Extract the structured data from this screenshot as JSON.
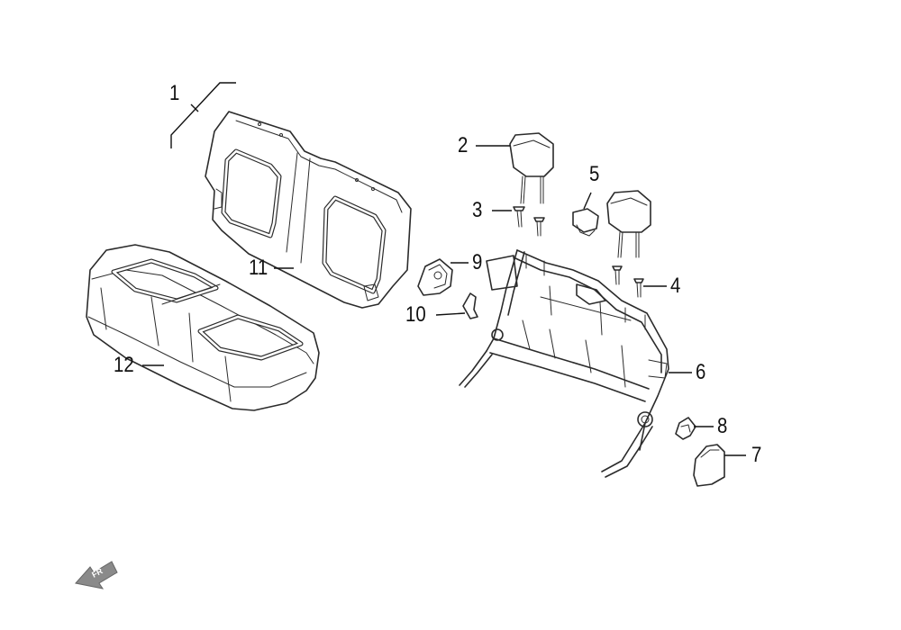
{
  "callouts": {
    "c1": "1",
    "c2": "2",
    "c3": "3",
    "c4": "4",
    "c5": "5",
    "c6": "6",
    "c7": "7",
    "c8": "8",
    "c9": "9",
    "c10": "10",
    "c11": "11",
    "c12": "12"
  },
  "direction_badge": "FR"
}
